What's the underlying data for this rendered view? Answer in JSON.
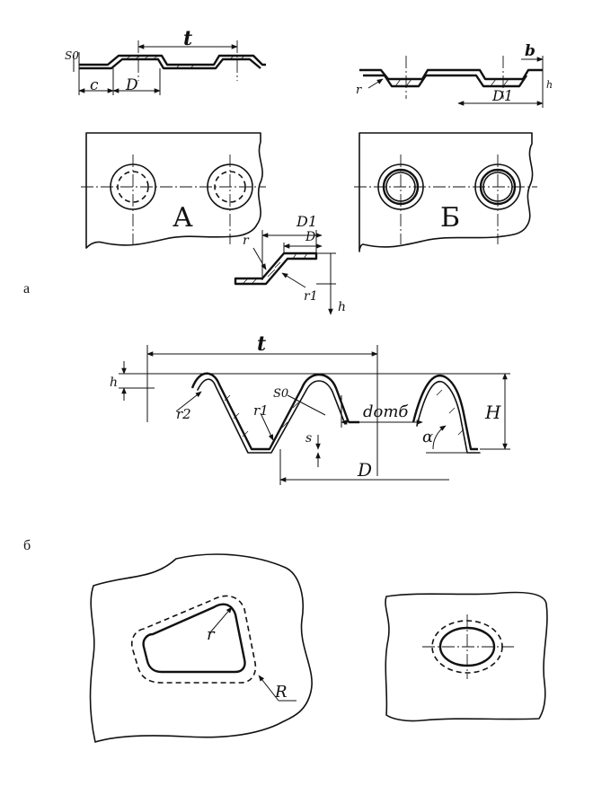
{
  "panel_a": {
    "caption": "а",
    "top_left": {
      "s0": "S0",
      "t": "t",
      "c": "c",
      "d": "D"
    },
    "top_right": {
      "b": "b",
      "r": "r",
      "d1": "D1",
      "h": "h"
    },
    "plate_a_label": "А",
    "plate_b_label": "Б",
    "detail": {
      "d1": "D1",
      "d": "D",
      "r": "r",
      "r1": "r1",
      "h": "h"
    }
  },
  "panel_b": {
    "caption": "б",
    "t": "t",
    "h": "h",
    "r2": "r2",
    "s0": "S0",
    "r1": "r1",
    "d_otb": "dотб",
    "H": "H",
    "s": "s",
    "D": "D",
    "alpha": "α"
  },
  "panel_c": {
    "r": "r",
    "R": "R"
  }
}
